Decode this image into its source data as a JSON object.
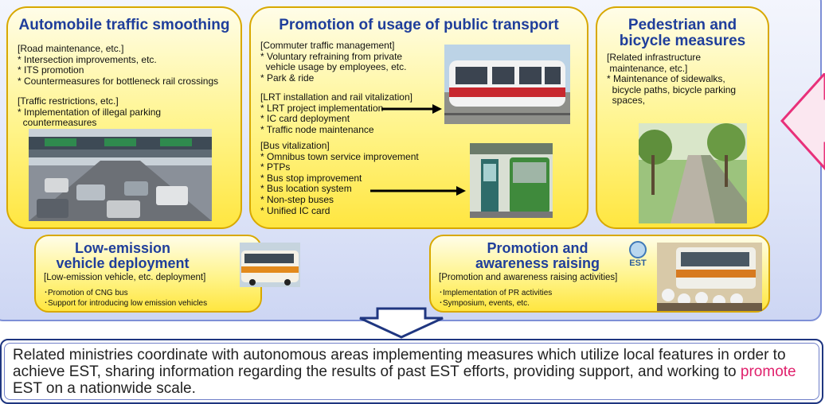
{
  "boxes": {
    "auto": {
      "title": "Automobile traffic smoothing",
      "lines": "[Road maintenance, etc.]\n* Intersection improvements, etc.\n* ITS promotion\n* Countermeasures for bottleneck rail crossings",
      "lines2": "[Traffic restrictions, etc.]\n* Implementation of illegal parking\n  countermeasures"
    },
    "public": {
      "title": "Promotion of usage of public transport",
      "lines": "[Commuter traffic management]\n* Voluntary refraining from private\n  vehicle usage by employees, etc.\n* Park & ride",
      "lines2": "[LRT installation and rail vitalization]\n* LRT project implementation\n* IC card deployment\n* Traffic node maintenance",
      "lines3": "[Bus vitalization]\n* Omnibus town service improvement\n* PTPs\n* Bus stop improvement\n* Bus location system\n* Non-step buses\n* Unified IC card"
    },
    "ped": {
      "title": "Pedestrian and\nbicycle measures",
      "lines": "[Related infrastructure\n maintenance, etc.]\n* Maintenance of sidewalks,\n  bicycle paths, bicycle parking\n  spaces,"
    },
    "lowem": {
      "title": "Low-emission\nvehicle deployment",
      "sub": "[Low-emission vehicle, etc. deployment]",
      "lines": "･Promotion of CNG bus\n･Support for introducing low emission vehicles"
    },
    "promo": {
      "title": "Promotion and\nawareness raising",
      "logo": "EST",
      "sub": "[Promotion and awareness raising activities]",
      "lines": "･Implementation of PR activities\n･Symposium, events, etc."
    }
  },
  "bottom": {
    "before": "Related ministries coordinate with autonomous areas implementing measures which utilize local features in order to achieve EST, sharing information regarding the results of past EST efforts, providing support, and working to ",
    "highlight": "promote",
    "after": " EST on a nationwide scale.",
    "highlight_color": "#e0206c"
  },
  "colors": {
    "title_blue": "#1f3e9b",
    "box_border": "#d8a800",
    "pink_arrow": "#e8307a",
    "navy_arrow": "#1f3680"
  }
}
